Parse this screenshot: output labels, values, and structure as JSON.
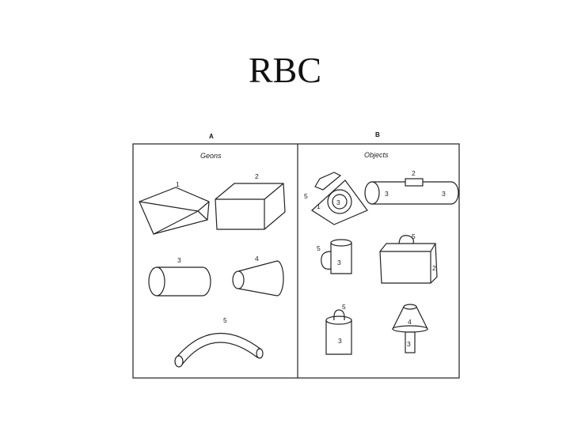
{
  "slide": {
    "title": "RBC"
  },
  "panels": {
    "a": {
      "letter": "A",
      "title": "Geons"
    },
    "b": {
      "letter": "B",
      "title": "Objects"
    }
  },
  "geons": [
    {
      "id": "1",
      "name": "wedge-prism"
    },
    {
      "id": "2",
      "name": "cuboid"
    },
    {
      "id": "3",
      "name": "cylinder"
    },
    {
      "id": "4",
      "name": "cone-frustum"
    },
    {
      "id": "5",
      "name": "curved-tube"
    }
  ],
  "objects": {
    "telephone": {
      "labels": [
        "5",
        "3",
        "1"
      ]
    },
    "flashlight": {
      "labels": [
        "2",
        "3",
        "3"
      ]
    },
    "mug": {
      "labels": [
        "5",
        "3"
      ]
    },
    "briefcase": {
      "labels": [
        "5",
        "2"
      ]
    },
    "bucket": {
      "labels": [
        "5",
        "3"
      ]
    },
    "lamp": {
      "labels": [
        "4",
        "3"
      ]
    }
  },
  "colors": {
    "ink": "#222222",
    "background": "#ffffff"
  }
}
